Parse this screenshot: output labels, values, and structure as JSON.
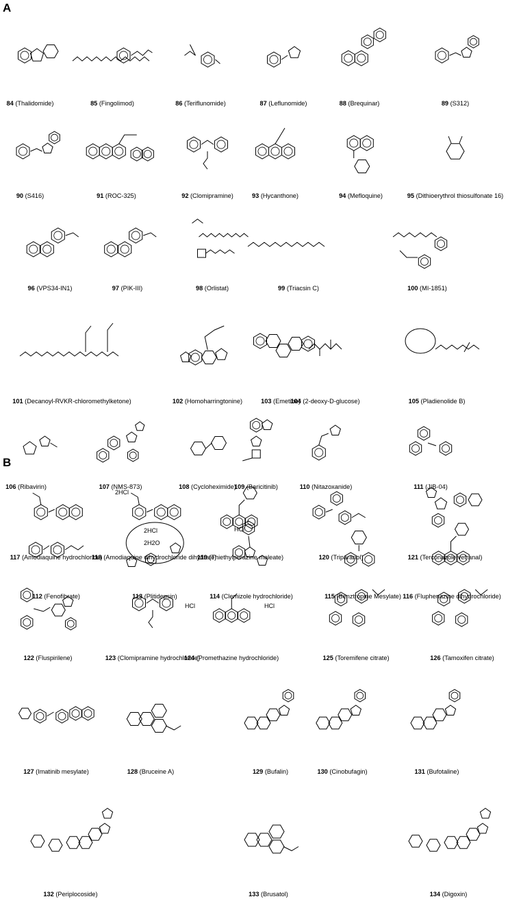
{
  "panels": [
    {
      "letter": "A",
      "rows": [
        {
          "compounds": [
            {
              "num": "84",
              "name": "(Thalidomide)",
              "icon": "isoindoledione-glutarimide"
            },
            {
              "num": "85",
              "name": "(Fingolimod)",
              "icon": "alkyl-aryl-aminodiol"
            },
            {
              "num": "86",
              "name": "(Teriflunomide)",
              "icon": "cyanoenol-anilide"
            },
            {
              "num": "87",
              "name": "(Leflunomide)",
              "icon": "isoxazole-anilide"
            },
            {
              "num": "88",
              "name": "(Brequinar)",
              "icon": "quinoline-biphenyl"
            },
            {
              "num": "89",
              "name": "(S312)",
              "icon": "thiazole-hydrazone"
            }
          ]
        },
        {
          "compounds": [
            {
              "num": "90",
              "name": "(S416)",
              "icon": "thiazole-hydrazone"
            },
            {
              "num": "91",
              "name": "(ROC-325)",
              "icon": "thioxanthone-quinoline"
            },
            {
              "num": "92",
              "name": "(Clomipramine)",
              "icon": "dibenzazepine"
            },
            {
              "num": "93",
              "name": "(Hycanthone)",
              "icon": "thioxanthone"
            },
            {
              "num": "94",
              "name": "(Mefloquine)",
              "icon": "quinoline-piperidine"
            },
            {
              "num": "95",
              "name": "(Dithioerythrol thiosulfonate 16)",
              "icon": "thiosulfonate-ring"
            }
          ]
        },
        {
          "compounds": [
            {
              "num": "96",
              "name": "(VPS34-IN1)",
              "icon": "bipyrimidine"
            },
            {
              "num": "97",
              "name": "(PIK-III)",
              "icon": "bipyrimidine"
            },
            {
              "num": "98",
              "name": "(Orlistat)",
              "icon": "beta-lactone-chain"
            },
            {
              "num": "99",
              "name": "(Triacsin C)",
              "icon": "polyene-triazene"
            },
            {
              "num": "100",
              "name": "(MI-1851)",
              "icon": "peptidomimetic"
            }
          ]
        },
        {
          "compounds": [
            {
              "num": "101",
              "name": "(Decanoyl-RVKR-chloromethylketone)",
              "icon": "peptide-chain"
            },
            {
              "num": "102",
              "name": "(Homoharringtonine)",
              "icon": "cephalotaxine-ester"
            },
            {
              "num": "103",
              "name": "(Emetine)",
              "icon": "bis-isoquinoline"
            },
            {
              "num": "104",
              "name": "(2-deoxy-D-glucose)",
              "icon": "open-chain-sugar"
            },
            {
              "num": "105",
              "name": "(Pladienolide B)",
              "icon": "macrolide"
            }
          ]
        },
        {
          "compounds": [
            {
              "num": "106",
              "name": "(Ribavirin)",
              "icon": "ribose-triazole"
            },
            {
              "num": "107",
              "name": "(NMS-873)",
              "icon": "biaryl-triazole"
            },
            {
              "num": "108",
              "name": "(Cycloheximide)",
              "icon": "cyclohexanone-glutarimide"
            },
            {
              "num": "109",
              "name": "(Baricitinib)",
              "icon": "pyrrolopyrimidine"
            },
            {
              "num": "110",
              "name": "(Nitazoxanide)",
              "icon": "nitrothiazole-salicylamide"
            },
            {
              "num": "111",
              "name": "(JIB-04)",
              "icon": "pyridyl-hydrazone"
            }
          ]
        },
        {
          "compounds": [
            {
              "num": "112",
              "name": "(Fenofibrate)",
              "icon": "benzophenone-ester"
            },
            {
              "num": "113",
              "name": "(Plitidepsin)",
              "icon": "cyclic-depsipeptide"
            },
            {
              "num": "114",
              "name": "(Clemizole hydrochloride)",
              "icon": "benzimidazole-salt"
            },
            {
              "num": "115",
              "name": "(Benztropine Mesylate)",
              "icon": "tropane-diphenyl"
            },
            {
              "num": "116",
              "name": "(Fluphenazine dihydrochloride)",
              "icon": "phenothiazine-piperazine"
            }
          ]
        }
      ]
    },
    {
      "letter": "B",
      "rows": [
        {
          "compounds": [
            {
              "num": "117",
              "name": "(Amodiaquine hydrochloride)",
              "icon": "aminoquinoline-phenol"
            },
            {
              "num": "118",
              "name": "(Amodiaquine dihydrochloride dihydrate)",
              "icon": "aminoquinoline-phenol"
            },
            {
              "num": "119",
              "name": "(Thiethylperazine maleate)",
              "icon": "phenothiazine-piperazine"
            },
            {
              "num": "120",
              "name": "(Triparanol)",
              "icon": "triaryl-ethanol"
            },
            {
              "num": "121",
              "name": "(Terconazole vetranal)",
              "icon": "dioxolane-triazole"
            }
          ]
        },
        {
          "compounds": [
            {
              "num": "122",
              "name": "(Fluspirilene)",
              "icon": "spiro-diphenylbutyl"
            },
            {
              "num": "123",
              "name": "(Clomipramine hydrochloride)",
              "icon": "dibenzazepine"
            },
            {
              "num": "124",
              "name": "(Promethazine hydrochloride)",
              "icon": "phenothiazine"
            },
            {
              "num": "125",
              "name": "(Toremifene citrate)",
              "icon": "triarylethylene-citrate"
            },
            {
              "num": "126",
              "name": "(Tamoxifen citrate)",
              "icon": "triarylethylene-citrate"
            }
          ]
        },
        {
          "compounds": [
            {
              "num": "127",
              "name": "(Imatinib mesylate)",
              "icon": "phenylaminopyrimidine"
            },
            {
              "num": "128",
              "name": "(Bruceine A)",
              "icon": "quassinoid"
            },
            {
              "num": "129",
              "name": "(Bufalin)",
              "icon": "bufadienolide"
            },
            {
              "num": "130",
              "name": "(Cinobufagin)",
              "icon": "bufadienolide"
            },
            {
              "num": "131",
              "name": "(Bufotaline)",
              "icon": "bufadienolide"
            }
          ]
        },
        {
          "compounds": [
            {
              "num": "132",
              "name": "(Periplocoside)",
              "icon": "cardenolide-glycoside"
            },
            {
              "num": "133",
              "name": "(Brusatol)",
              "icon": "quassinoid"
            },
            {
              "num": "134",
              "name": "(Digoxin)",
              "icon": "cardenolide-glycoside"
            }
          ]
        }
      ]
    }
  ],
  "labels": {
    "hcl": "HCl",
    "twohcl": "2HCl",
    "twohcl2": "2HCl",
    "h2o": "2H2O"
  }
}
